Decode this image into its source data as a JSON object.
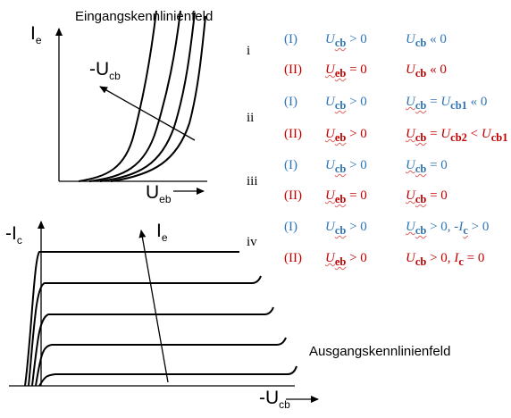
{
  "colors": {
    "blue": "#2e75b6",
    "red": "#c00000"
  },
  "input_chart": {
    "title": "Eingangskennlinienfeld",
    "y_label": "I",
    "y_sub": "e",
    "x_label": "U",
    "x_sub": "eb",
    "param_label": "-U",
    "param_sub": "cb"
  },
  "output_chart": {
    "title": "Ausgangskennlinienfeld",
    "y_label": "-I",
    "y_sub": "c",
    "x_label": "-U",
    "x_sub": "cb",
    "param_label": "I",
    "param_sub": "e"
  },
  "romans": [
    "i",
    "ii",
    "iii",
    "iv"
  ],
  "conditions": [
    {
      "tag": "(I)",
      "color": "blue",
      "a": "U",
      "a_sub": "cb",
      "a_op": " > 0",
      "b": "U",
      "b_sub": "cb",
      "b_op": " « 0"
    },
    {
      "tag": "(II)",
      "color": "red",
      "a": "U",
      "a_sub": "eb",
      "a_op": " = 0",
      "b": "U",
      "b_sub": "cb",
      "b_op": " « 0"
    },
    {
      "tag": "(I)",
      "color": "blue",
      "a": "U",
      "a_sub": "cb",
      "a_op": " > 0",
      "b": "U",
      "b_sub": "cb",
      "b_op": " = ",
      "b2": "U",
      "b2_sub": "cb1",
      "b2_op": " « 0"
    },
    {
      "tag": "(II)",
      "color": "red",
      "a": "U",
      "a_sub": "eb",
      "a_op": " > 0",
      "b": "U",
      "b_sub": "cb",
      "b_op": " = ",
      "b2": "U",
      "b2_sub": "cb2",
      "b2_op": " < ",
      "b3": "U",
      "b3_sub": "cb1"
    },
    {
      "tag": "(I)",
      "color": "blue",
      "a": "U",
      "a_sub": "cb",
      "a_op": " > 0",
      "b": "U",
      "b_sub": "cb",
      "b_op": " = 0"
    },
    {
      "tag": "(II)",
      "color": "red",
      "a": "U",
      "a_sub": "eb",
      "a_op": " = 0",
      "b": "U",
      "b_sub": "cb",
      "b_op": " = 0"
    },
    {
      "tag": "(I)",
      "color": "blue",
      "a": "U",
      "a_sub": "cb",
      "a_op": " > 0",
      "b": "U",
      "b_sub": "cb",
      "b_op": " > 0, -",
      "b2": "I",
      "b2_sub": "c",
      "b2_op": " > 0"
    },
    {
      "tag": "(II)",
      "color": "red",
      "a": "U",
      "a_sub": "eb",
      "a_op": " > 0",
      "b": "U",
      "b_sub": "cb",
      "b_op": " > 0, ",
      "b2": "I",
      "b2_sub": "c",
      "b2_op": " = 0"
    }
  ]
}
